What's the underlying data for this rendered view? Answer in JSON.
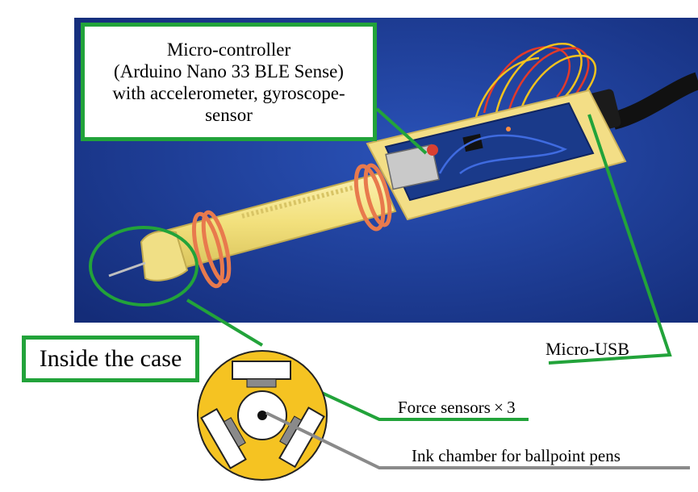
{
  "labels": {
    "microcontroller_lines": [
      "Micro-controller",
      "(Arduino Nano 33 BLE Sense)",
      "with accelerometer, gyroscope-",
      "sensor"
    ],
    "inside_case": "Inside the case",
    "micro_usb": "Micro-USB",
    "force_sensors": "Force sensors × 3",
    "ink_chamber": "Ink chamber for ballpoint pens"
  },
  "colors": {
    "callout_green": "#22a33a",
    "photo_background_blue": "#1f3c9a",
    "pen_body_yellow": "#f3e48a",
    "rubber_band_orange": "#e87a4d",
    "cross_section_yellow": "#f5c322",
    "ink_leader_gray": "#8a8a8a"
  },
  "icons": {
    "photo": "pen-device-photo",
    "cross_section": "pen-cross-section-diagram"
  }
}
